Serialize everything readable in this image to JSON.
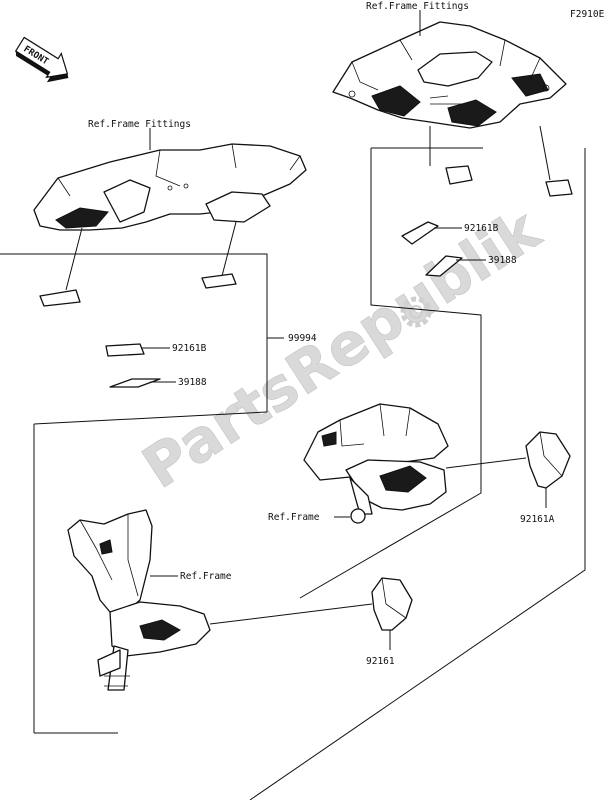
{
  "figure_code": "F2910E",
  "front_label": "FRONT",
  "watermark": "PartsRepublik",
  "callouts": {
    "ref_frame_fittings_top": "Ref.Frame Fittings",
    "ref_frame_fittings_left": "Ref.Frame Fittings",
    "part_92161B_right": "92161B",
    "part_39188_right": "39188",
    "part_92161B_left": "92161B",
    "part_39188_left": "39188",
    "part_99994": "99994",
    "ref_frame_right": "Ref.Frame",
    "ref_frame_left": "Ref.Frame",
    "part_92161A": "92161A",
    "part_92161": "92161"
  }
}
